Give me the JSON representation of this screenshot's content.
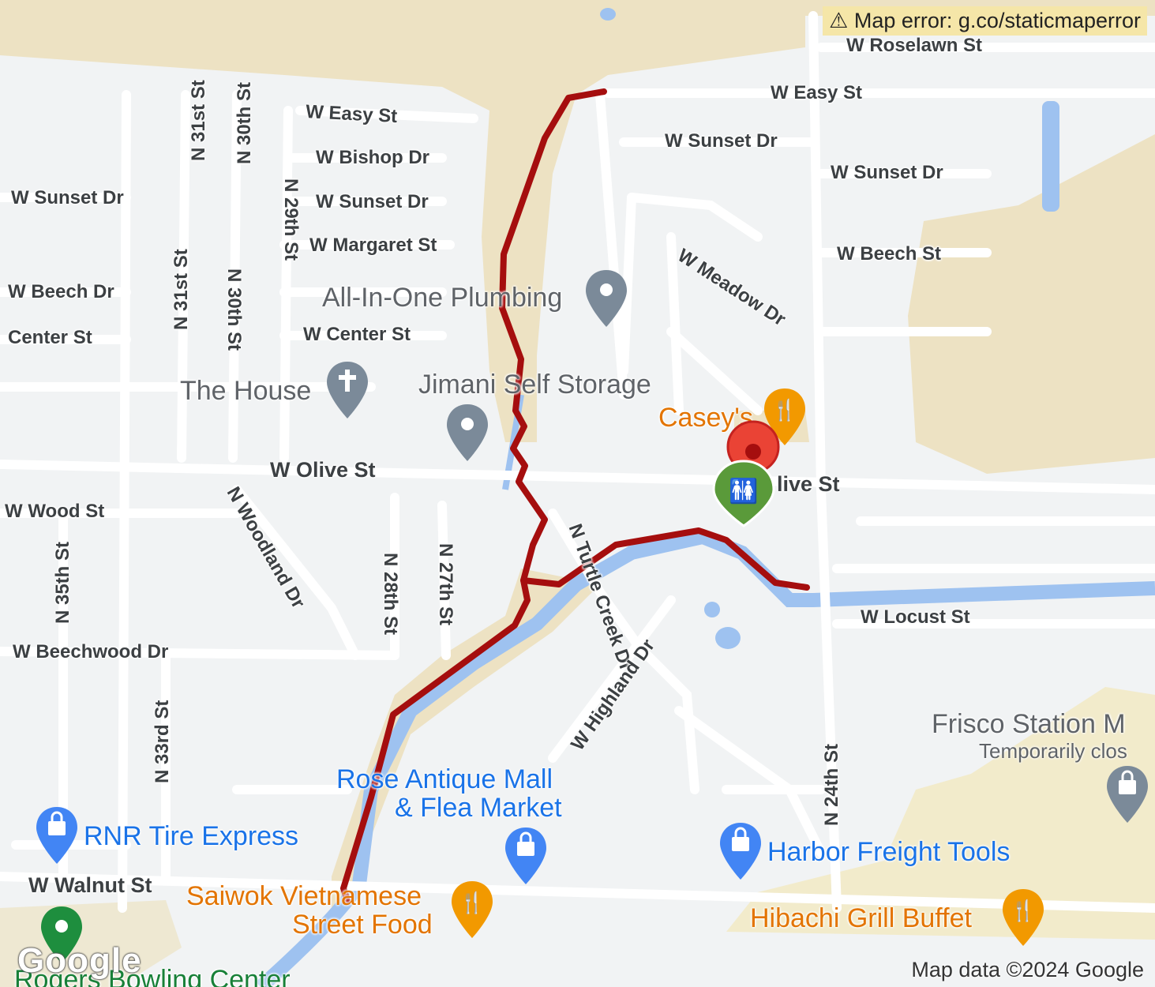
{
  "map": {
    "error_text": "Map error: g.co/staticmaperror",
    "attribution": "Map data ©2024 Google",
    "logo_text": "Google",
    "colors": {
      "route": "#a50e0e",
      "water": "#9ec2f0",
      "park": "#ede2c3",
      "road": "#ffffff",
      "land": "#f1f3f4"
    },
    "streets": [
      "W Roselawn St",
      "W Easy St",
      "W Easy St",
      "W Sunset Dr",
      "W Sunset Dr",
      "W Bishop Dr",
      "W Sunset Dr",
      "W Sunset Dr",
      "W Margaret St",
      "W Beech St",
      "W Meadow Dr",
      "W Beech Dr",
      "Center St",
      "W Center St",
      "W Olive St",
      "live St",
      "W Wood St",
      "N Woodland Dr",
      "N 28th St",
      "N 27th St",
      "N Turtle Creek Dr",
      "W Locust St",
      "N 35th St",
      "W Beechwood Dr",
      "W Highland Dr",
      "N 33rd St",
      "N 24th St",
      "W Walnut St",
      "N 31st St",
      "N 30th St",
      "N 29th St",
      "N 31st St",
      "N 30th St"
    ],
    "pois": {
      "plumbing": "All-In-One Plumbing",
      "church": "The House",
      "storage": "Jimani Self Storage",
      "caseys": "Casey's",
      "antique_1": "Rose Antique Mall",
      "antique_2": "& Flea Market",
      "tire": "RNR Tire Express",
      "harbor": "Harbor Freight Tools",
      "frisco": "Frisco Station M",
      "frisco_status": "Temporarily clos",
      "saiwok_1": "Saiwok Vietnamese",
      "saiwok_2": "Street Food",
      "hibachi": "Hibachi Grill Buffet",
      "bowling": "Rogers Bowling Center"
    },
    "icons": {
      "place": "place-pin-icon",
      "shopping": "shopping-bag-icon",
      "restaurant": "fork-knife-icon",
      "church": "cross-icon",
      "restroom": "restroom-icon",
      "marker": "red-marker-icon"
    }
  }
}
